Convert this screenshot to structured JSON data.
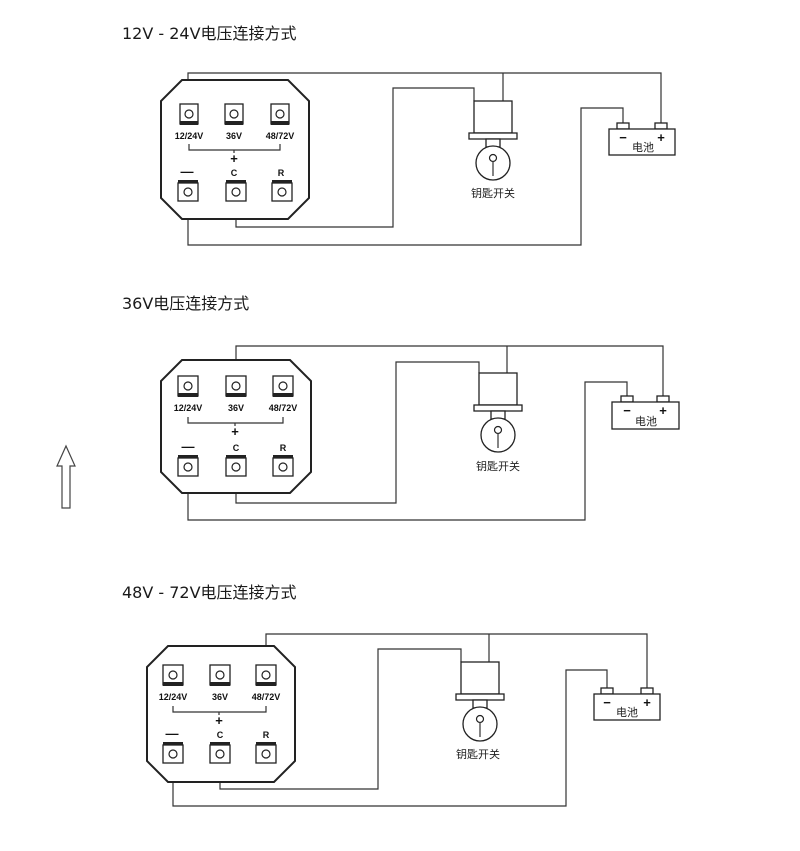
{
  "panels": [
    {
      "title": "12V - 24V电压连接方式",
      "terminals_top": [
        "12/24V",
        "36V",
        "48/72V"
      ],
      "plus": "+",
      "terminals_bottom": [
        "—",
        "C",
        "R"
      ],
      "key_label": "钥匙开关",
      "battery_label": "电池",
      "battery_minus": "−",
      "battery_plus": "+"
    },
    {
      "title": "36V电压连接方式",
      "terminals_top": [
        "12/24V",
        "36V",
        "48/72V"
      ],
      "plus": "+",
      "terminals_bottom": [
        "—",
        "C",
        "R"
      ],
      "key_label": "钥匙开关",
      "battery_label": "电池",
      "battery_minus": "−",
      "battery_plus": "+"
    },
    {
      "title": "48V - 72V电压连接方式",
      "terminals_top": [
        "12/24V",
        "36V",
        "48/72V"
      ],
      "plus": "+",
      "terminals_bottom": [
        "—",
        "C",
        "R"
      ],
      "key_label": "钥匙开关",
      "battery_label": "电池",
      "battery_minus": "−",
      "battery_plus": "+"
    }
  ]
}
